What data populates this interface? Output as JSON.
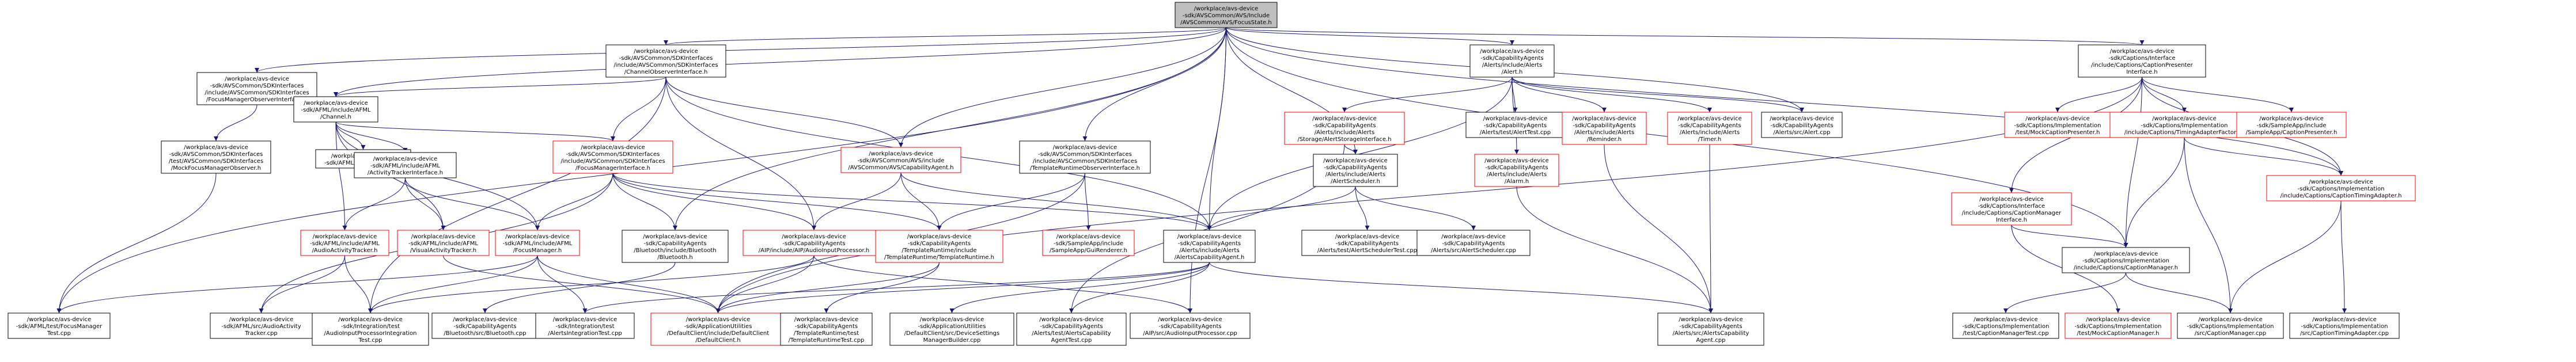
{
  "colors": {
    "focus_fill": "#bfbfbf",
    "normal_border": "#000000",
    "truncated_border": "#ff0000",
    "edge": "#191970"
  },
  "nodes": [
    {
      "id": "root",
      "lines": [
        "/workplace/avs-device",
        "-sdk/AVSCommon/AVS/Include",
        "/AVSCommon/AVS/FocusState.h"
      ],
      "focus": true
    },
    {
      "id": "chobs",
      "lines": [
        "/workplace/avs-device",
        "-sdk/AVSCommon/SDKInterfaces",
        "/include/AVSCommon/SDKInterfaces",
        "/ChannelObserverInterface.h"
      ]
    },
    {
      "id": "fmobs",
      "lines": [
        "/workplace/avs-device",
        "-sdk/AVSCommon/SDKInterfaces",
        "/include/AVSCommon/SDKInterfaces",
        "/FocusManagerObserverInterface.h"
      ]
    },
    {
      "id": "alert",
      "lines": [
        "/workplace/avs-device",
        "-sdk/CapabilityAgents",
        "/Alerts/include/Alerts",
        "/Alert.h"
      ]
    },
    {
      "id": "ccpi",
      "lines": [
        "/workplace/avs-device",
        "-sdk/Captions/Interface",
        "/include/Captions/CaptionPresenter",
        "Interface.h"
      ]
    },
    {
      "id": "channel",
      "lines": [
        "/workplace/avs-device",
        "-sdk/AFML/include/AFML",
        "/Channel.h"
      ]
    },
    {
      "id": "mockfmobs",
      "lines": [
        "/workplace/avs-device",
        "-sdk/AVSCommon/SDKInterfaces",
        "/test/AVSCommon/SDKInterfaces",
        "/MockFocusManagerObserver.h"
      ]
    },
    {
      "id": "channelcpp",
      "lines": [
        "/workplace/avs-device",
        "-sdk/AFML/src/Channel.cpp"
      ]
    },
    {
      "id": "acttrack",
      "lines": [
        "/workplace/avs-device",
        "-sdk/AFML/include/AFML",
        "/ActivityTrackerInterface.h"
      ]
    },
    {
      "id": "fmi",
      "lines": [
        "/workplace/avs-device",
        "-sdk/AVSCommon/SDKInterfaces",
        "/include/AVSCommon/SDKInterfaces",
        "/FocusManagerInterface.h"
      ],
      "truncated": true
    },
    {
      "id": "capagent",
      "lines": [
        "/workplace/avs-device",
        "-sdk/AVSCommon/AVS/include",
        "/AVSCommon/AVS/CapabilityAgent.h"
      ],
      "truncated": true
    },
    {
      "id": "tro",
      "lines": [
        "/workplace/avs-device",
        "-sdk/AVSCommon/SDKInterfaces",
        "/include/AVSCommon/SDKInterfaces",
        "/TemplateRuntimeObserverInterface.h"
      ]
    },
    {
      "id": "alertstorage",
      "lines": [
        "/workplace/avs-device",
        "-sdk/CapabilityAgents",
        "/Alerts/include/Alerts",
        "/Storage/AlertStorageInterface.h"
      ],
      "truncated": true
    },
    {
      "id": "alertsched",
      "lines": [
        "/workplace/avs-device",
        "-sdk/CapabilityAgents",
        "/Alerts/include/Alerts",
        "/AlertScheduler.h"
      ]
    },
    {
      "id": "alerttest",
      "lines": [
        "/workplace/avs-device",
        "-sdk/CapabilityAgents",
        "/Alerts/test/AlertTest.cpp"
      ]
    },
    {
      "id": "reminder",
      "lines": [
        "/workplace/avs-device",
        "-sdk/CapabilityAgents",
        "/Alerts/include/Alerts",
        "/Reminder.h"
      ],
      "truncated": true
    },
    {
      "id": "timer",
      "lines": [
        "/workplace/avs-device",
        "-sdk/CapabilityAgents",
        "/Alerts/include/Alerts",
        "/Timer.h"
      ],
      "truncated": true
    },
    {
      "id": "alertcpp",
      "lines": [
        "/workplace/avs-device",
        "-sdk/CapabilityAgents",
        "/Alerts/src/Alert.cpp"
      ]
    },
    {
      "id": "alarm",
      "lines": [
        "/workplace/avs-device",
        "-sdk/CapabilityAgents",
        "/Alerts/include/Alerts",
        "/Alarm.h"
      ],
      "truncated": true
    },
    {
      "id": "mockcp",
      "lines": [
        "/workplace/avs-device",
        "-sdk/Captions/Implementation",
        "/test/MockCaptionPresenter.h"
      ],
      "truncated": true
    },
    {
      "id": "ctaf",
      "lines": [
        "/workplace/avs-device",
        "-sdk/Captions/Implementation",
        "/include/Captions/TimingAdapterFactory.h"
      ],
      "truncated": true
    },
    {
      "id": "sacp",
      "lines": [
        "/workplace/avs-device",
        "-sdk/SampleApp/include",
        "/SampleApp/CaptionPresenter.h"
      ],
      "truncated": true
    },
    {
      "id": "cmi",
      "lines": [
        "/workplace/avs-device",
        "-sdk/Captions/Interface",
        "/include/Captions/CaptionManager",
        "Interface.h"
      ],
      "truncated": true
    },
    {
      "id": "cta",
      "lines": [
        "/workplace/avs-device",
        "-sdk/Captions/Implementation",
        "/include/Captions/CaptionTimingAdapter.h"
      ],
      "truncated": true
    },
    {
      "id": "audioact",
      "lines": [
        "/workplace/avs-device",
        "-sdk/AFML/include/AFML",
        "/AudioActivityTracker.h"
      ],
      "truncated": true
    },
    {
      "id": "visualact",
      "lines": [
        "/workplace/avs-device",
        "-sdk/AFML/include/AFML",
        "/VisualActivityTracker.h"
      ],
      "truncated": true
    },
    {
      "id": "focusmgr",
      "lines": [
        "/workplace/avs-device",
        "-sdk/AFML/include/AFML",
        "/FocusManager.h"
      ],
      "truncated": true
    },
    {
      "id": "btinc",
      "lines": [
        "/workplace/avs-device",
        "-sdk/CapabilityAgents",
        "/Bluetooth/include/Bluetooth",
        "/Bluetooth.h"
      ]
    },
    {
      "id": "aip",
      "lines": [
        "/workplace/avs-device",
        "-sdk/CapabilityAgents",
        "/AIP/include/AIP/AudioInputProcessor.h"
      ],
      "truncated": true
    },
    {
      "id": "trt",
      "lines": [
        "/workplace/avs-device",
        "-sdk/CapabilityAgents",
        "/TemplateRuntime/include",
        "/TemplateRuntime/TemplateRuntime.h"
      ],
      "truncated": true
    },
    {
      "id": "guirend",
      "lines": [
        "/workplace/avs-device",
        "-sdk/SampleApp/include",
        "/SampleApp/GuiRenderer.h"
      ],
      "truncated": true
    },
    {
      "id": "alertsca",
      "lines": [
        "/workplace/avs-device",
        "-sdk/CapabilityAgents",
        "/Alerts/include/Alerts",
        "/AlertsCapabilityAgent.h"
      ]
    },
    {
      "id": "alertschedtest",
      "lines": [
        "/workplace/avs-device",
        "-sdk/CapabilityAgents",
        "/Alerts/test/AlertSchedulerTest.cpp"
      ]
    },
    {
      "id": "alertschedcpp",
      "lines": [
        "/workplace/avs-device",
        "-sdk/CapabilityAgents",
        "/Alerts/src/AlertScheduler.cpp"
      ]
    },
    {
      "id": "cmh",
      "lines": [
        "/workplace/avs-device",
        "-sdk/Captions/Implementation",
        "/include/Captions/CaptionManager.h"
      ]
    },
    {
      "id": "fmtest",
      "lines": [
        "/workplace/avs-device",
        "-sdk/AFML/test/FocusManager",
        "Test.cpp"
      ]
    },
    {
      "id": "aatcpp",
      "lines": [
        "/workplace/avs-device",
        "-sdk/AFML/src/AudioActivity",
        "Tracker.cpp"
      ]
    },
    {
      "id": "intaip",
      "lines": [
        "/workplace/avs-device",
        "-sdk/Integration/test",
        "/AudioInputProcessorIntegration",
        "Test.cpp"
      ]
    },
    {
      "id": "btcpp",
      "lines": [
        "/workplace/avs-device",
        "-sdk/CapabilityAgents",
        "/Bluetooth/src/Bluetooth.cpp"
      ]
    },
    {
      "id": "alertsint",
      "lines": [
        "/workplace/avs-device",
        "-sdk/Integration/test",
        "/AlertsIntegrationTest.cpp"
      ]
    },
    {
      "id": "defclient",
      "lines": [
        "/workplace/avs-device",
        "-sdk/ApplicationUtilities",
        "/DefaultClient/include/DefaultClient",
        "/DefaultClient.h"
      ],
      "truncated": true
    },
    {
      "id": "trttest",
      "lines": [
        "/workplace/avs-device",
        "-sdk/CapabilityAgents",
        "/TemplateRuntime/test",
        "/TemplateRuntimeTest.cpp"
      ]
    },
    {
      "id": "dcsm",
      "lines": [
        "/workplace/avs-device",
        "-sdk/ApplicationUtilities",
        "/DefaultClient/src/DeviceSettings",
        "ManagerBuilder.cpp"
      ]
    },
    {
      "id": "acatest",
      "lines": [
        "/workplace/avs-device",
        "-sdk/CapabilityAgents",
        "/Alerts/test/AlertsCapability",
        "AgentTest.cpp"
      ]
    },
    {
      "id": "aipcpp",
      "lines": [
        "/workplace/avs-device",
        "-sdk/CapabilityAgents",
        "/AIP/src/AudioInputProcessor.cpp"
      ]
    },
    {
      "id": "acacpp",
      "lines": [
        "/workplace/avs-device",
        "-sdk/CapabilityAgents",
        "/Alerts/src/AlertsCapability",
        "Agent.cpp"
      ]
    },
    {
      "id": "cmtest",
      "lines": [
        "/workplace/avs-device",
        "-sdk/Captions/Implementation",
        "/test/CaptionManagerTest.cpp"
      ]
    },
    {
      "id": "mockcm",
      "lines": [
        "/workplace/avs-device",
        "-sdk/Captions/Implementation",
        "/test/MockCaptionManager.h"
      ],
      "truncated": true
    },
    {
      "id": "cmcpp",
      "lines": [
        "/workplace/avs-device",
        "-sdk/Captions/Implementation",
        "/src/CaptionManager.cpp"
      ]
    },
    {
      "id": "ctacpp",
      "lines": [
        "/workplace/avs-device",
        "-sdk/Captions/Implementation",
        "/src/CaptionTimingAdapter.cpp"
      ]
    }
  ],
  "edges": [
    [
      "root",
      "chobs"
    ],
    [
      "root",
      "fmobs"
    ],
    [
      "root",
      "alert"
    ],
    [
      "root",
      "ccpi"
    ],
    [
      "root",
      "channel"
    ],
    [
      "root",
      "capagent"
    ],
    [
      "root",
      "tro"
    ],
    [
      "root",
      "alertsched"
    ],
    [
      "root",
      "alertsca"
    ],
    [
      "root",
      "btinc"
    ],
    [
      "root",
      "fmtest"
    ],
    [
      "root",
      "alertcpp"
    ],
    [
      "root",
      "aipcpp"
    ],
    [
      "root",
      "cmh"
    ],
    [
      "root",
      "cta"
    ],
    [
      "chobs",
      "channel"
    ],
    [
      "chobs",
      "fmi"
    ],
    [
      "chobs",
      "capagent"
    ],
    [
      "chobs",
      "aip"
    ],
    [
      "chobs",
      "intaip"
    ],
    [
      "chobs",
      "alertsca"
    ],
    [
      "fmobs",
      "mockfmobs"
    ],
    [
      "fmobs",
      "channel"
    ],
    [
      "mockfmobs",
      "fmtest"
    ],
    [
      "channel",
      "channelcpp"
    ],
    [
      "channel",
      "acttrack"
    ],
    [
      "channel",
      "audioact"
    ],
    [
      "channel",
      "visualact"
    ],
    [
      "channel",
      "focusmgr"
    ],
    [
      "channel",
      "fmi"
    ],
    [
      "acttrack",
      "audioact"
    ],
    [
      "acttrack",
      "visualact"
    ],
    [
      "acttrack",
      "focusmgr"
    ],
    [
      "fmi",
      "focusmgr"
    ],
    [
      "fmi",
      "btinc"
    ],
    [
      "fmi",
      "aip"
    ],
    [
      "fmi",
      "trt"
    ],
    [
      "fmi",
      "alertsca"
    ],
    [
      "fmi",
      "aatcpp"
    ],
    [
      "capagent",
      "aip"
    ],
    [
      "capagent",
      "trt"
    ],
    [
      "capagent",
      "alertsca"
    ],
    [
      "tro",
      "trt"
    ],
    [
      "tro",
      "guirend"
    ],
    [
      "tro",
      "defclient"
    ],
    [
      "alert",
      "alertstorage"
    ],
    [
      "alert",
      "alerttest"
    ],
    [
      "alert",
      "reminder"
    ],
    [
      "alert",
      "timer"
    ],
    [
      "alert",
      "alertcpp"
    ],
    [
      "alert",
      "alarm"
    ],
    [
      "alert",
      "alertsca"
    ],
    [
      "alertstorage",
      "alertsched"
    ],
    [
      "alertstorage",
      "acatest"
    ],
    [
      "alertsched",
      "alertsca"
    ],
    [
      "alertsched",
      "alertschedtest"
    ],
    [
      "alertsched",
      "alertschedcpp"
    ],
    [
      "reminder",
      "acacpp"
    ],
    [
      "timer",
      "acacpp"
    ],
    [
      "alarm",
      "acacpp"
    ],
    [
      "ccpi",
      "mockcp"
    ],
    [
      "ccpi",
      "ctaf"
    ],
    [
      "ccpi",
      "sacp"
    ],
    [
      "ccpi",
      "cmi"
    ],
    [
      "ccpi",
      "cmh"
    ],
    [
      "ccpi",
      "cta"
    ],
    [
      "ccpi",
      "defclient"
    ],
    [
      "ctaf",
      "cta"
    ],
    [
      "ctaf",
      "cmh"
    ],
    [
      "ctaf",
      "cmcpp"
    ],
    [
      "cmi",
      "cmh"
    ],
    [
      "cmi",
      "mockcm"
    ],
    [
      "cta",
      "cmcpp"
    ],
    [
      "cta",
      "ctacpp"
    ],
    [
      "cmh",
      "cmtest"
    ],
    [
      "cmh",
      "cmcpp"
    ],
    [
      "audioact",
      "aatcpp"
    ],
    [
      "audioact",
      "intaip"
    ],
    [
      "visualact",
      "defclient"
    ],
    [
      "focusmgr",
      "fmtest"
    ],
    [
      "focusmgr",
      "intaip"
    ],
    [
      "focusmgr",
      "alertsint"
    ],
    [
      "focusmgr",
      "defclient"
    ],
    [
      "btinc",
      "btcpp"
    ],
    [
      "aip",
      "intaip"
    ],
    [
      "aip",
      "aipcpp"
    ],
    [
      "aip",
      "defclient"
    ],
    [
      "trt",
      "trttest"
    ],
    [
      "trt",
      "defclient"
    ],
    [
      "alertsca",
      "alertsint"
    ],
    [
      "alertsca",
      "defclient"
    ],
    [
      "alertsca",
      "dcsm"
    ],
    [
      "alertsca",
      "acatest"
    ],
    [
      "alertsca",
      "acacpp"
    ]
  ]
}
